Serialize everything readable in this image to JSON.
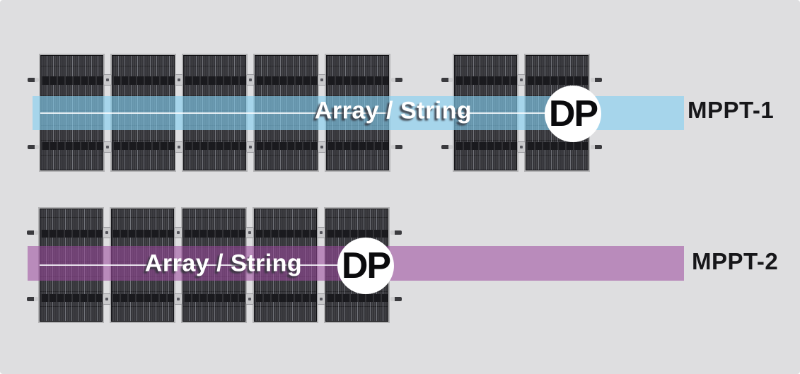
{
  "colors": {
    "background": "#dedee0",
    "panel_body": "#35353a",
    "panel_frame": "#b2b2b4",
    "busbar": "#1a1a1e",
    "dp_circle_fill": "#ffffff",
    "dp_text": "#0b0b0d",
    "mppt_text": "#17171a",
    "array_text": "#ffffff"
  },
  "rows": [
    {
      "mppt_label": "MPPT-1",
      "array_label": "Array / String",
      "dp_label": "DP",
      "band_color": "#85d0f2",
      "band_opacity": 0.62,
      "panel_groups": [
        5,
        2
      ],
      "total_panels": 7
    },
    {
      "mppt_label": "MPPT-2",
      "array_label": "Array / String",
      "dp_label": "DP",
      "band_color": "#9c4b9e",
      "band_opacity": 0.57,
      "panel_groups": [
        5
      ],
      "total_panels": 5
    }
  ]
}
